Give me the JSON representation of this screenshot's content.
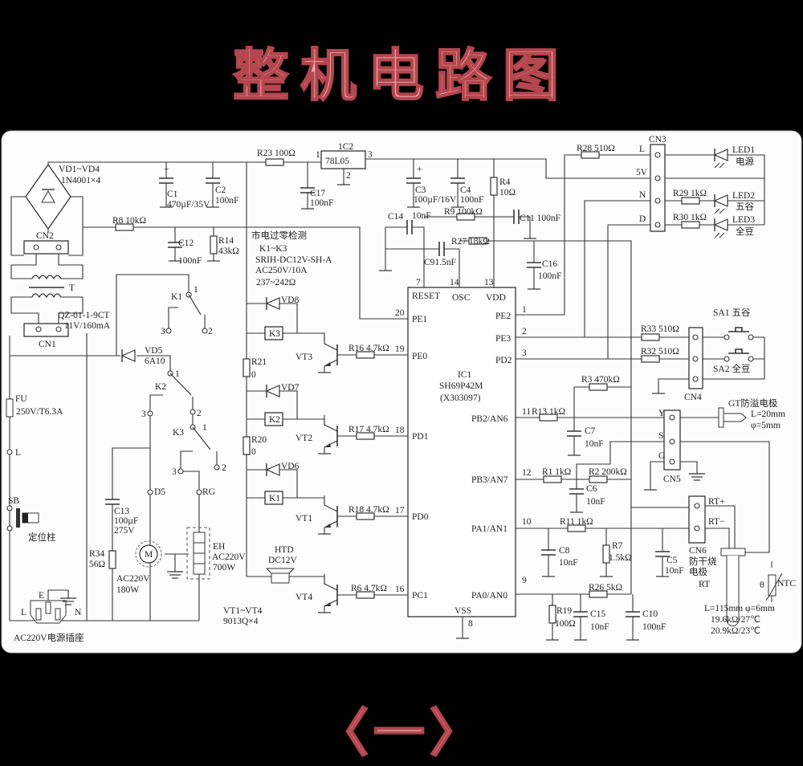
{
  "title": "整机电路图",
  "footer": "〈一〉",
  "labels": {
    "vd1_vd4": "VD1~VD4",
    "bridge_part": "1N4001×4",
    "cn2": "CN2",
    "t": "T",
    "tr_part": "QZ-01-1-9CT",
    "tr_rating": "11V/160mA",
    "cn1": "CN1",
    "k1": "K1",
    "k1_p1": "1",
    "k1_p2": "2",
    "k1_p3": "3",
    "vd5": "VD5",
    "vd5_part": "6A10",
    "k2": "K2",
    "k2_p1": "1",
    "k2_p2": "2",
    "k2_p3": "3",
    "k3": "K3",
    "k3_p1": "1",
    "k3_p2": "2",
    "k3_p3": "3",
    "fu": "FU",
    "fu_rating": "250V/T6.3A",
    "l_term": "L",
    "sb": "SB",
    "locate_pin": "定位柱",
    "e": "E",
    "l_plug": "L",
    "n_plug": "N",
    "socket": "AC220V电源插座",
    "c13": "C13",
    "c13_v": "100µF",
    "c13_v2": "275V",
    "r34": "R34",
    "r34_v": "56Ω",
    "d5": "D5",
    "rg": "RG",
    "m": "M",
    "motor_v": "AC220V",
    "motor_p": "180W",
    "eh": "EH",
    "eh_v": "AC220V",
    "eh_p": "700W",
    "htd": "HTD",
    "htd_v": "DC12V",
    "vt_range": "VT1~VT4",
    "vt_part": "9013Q×4",
    "c1": "C1",
    "c1_v": "470µF/35V",
    "c1_plus": "+",
    "c2": "C2",
    "c2_v": "100nF",
    "r23": "R23  100Ω",
    "ic2": "1C2",
    "ic2_part": "78L05",
    "ic2_p1": "1",
    "ic2_p2": "2",
    "ic2_p3": "3",
    "c17": "C17",
    "c17_v": "100nF",
    "r8": "R8  10kΩ",
    "c12": "C12",
    "c12_v": "100nF",
    "r14": "R14",
    "r14_v": "43kΩ",
    "zero_cross": "市电过零检测",
    "relay_range": "K1~K3",
    "relay_part": "SRIH-DC12V-SH-A",
    "relay_rating": "AC250V/10A",
    "relay_coil": "237~242Ω",
    "vd8": "VD8",
    "k3_coil": "K3",
    "vt3": "VT3",
    "r16": "R16 4.7kΩ",
    "r21": "R21",
    "r21_v": "0",
    "vd7": "VD7",
    "k2_coil": "K2",
    "vt2": "VT2",
    "r17": "R17 4.7kΩ",
    "r20": "R20",
    "r20_v": "0",
    "vd6": "VD6",
    "k1_coil": "K1",
    "vt1": "VT1",
    "r18": "R18 4.7kΩ",
    "vt4": "VT4",
    "r6": "R6 4.7kΩ",
    "c3": "C3",
    "c3_v": "100µF/16V",
    "c3_plus": "+",
    "c4": "C4",
    "c4_v": "100nF",
    "r4": "R4",
    "r4_v": "10Ω",
    "c14": "C14",
    "c14_v": "10nF",
    "r9": "R9  100kΩ",
    "c11": "C11 100nF",
    "r27": "R27  18kΩ",
    "c9": "C91.5nF",
    "c16": "C16",
    "c16_v": "100nF",
    "pin7": "7",
    "pin14": "14",
    "pin13": "13",
    "reset": "RESET",
    "osc": "OSC",
    "vdd": "VDD",
    "pin20": "20",
    "pe1": "PE1",
    "pin19": "19",
    "pe0": "PE0",
    "pin18": "18",
    "pd1": "PD1",
    "pin17": "17",
    "pd0": "PD0",
    "pin16": "16",
    "pc1": "PC1",
    "ic1": "IC1",
    "ic1_part": "SH69P42M",
    "ic1_code": "(X303097)",
    "pin1": "1",
    "pe2": "PE2",
    "pin2": "2",
    "pe3": "PE3",
    "pin3": "3",
    "pd2": "PD2",
    "pin11": "11",
    "pb2": "PB2/AN6",
    "pin12": "12",
    "pb3": "PB3/AN7",
    "pin10": "10",
    "pa1": "PA1/AN1",
    "pin9": "9",
    "pa0": "PA0/AN0",
    "vss": "VSS",
    "pin8": "8",
    "cn3": "CN3",
    "cn3_l": "L",
    "cn3_5v": "5V",
    "cn3_n": "N",
    "cn3_d": "D",
    "r28": "R28  510Ω",
    "r29": "R29  1kΩ",
    "r30": "R30  1kΩ",
    "led1": "LED1",
    "led1_t": "电源",
    "led2": "LED2",
    "led2_t": "五谷",
    "led3": "LED3",
    "led3_t": "全豆",
    "sa1": "SA1  五谷",
    "sa2": "SA2  全豆",
    "r33": "R33  510Ω",
    "r32": "R32  510Ω",
    "cn4": "CN4",
    "r3": "R3  470kΩ",
    "r13": "R13  1kΩ",
    "c7": "C7",
    "c7_v": "10nF",
    "gt": "GT防溢电极",
    "gt_l": "L=20mm",
    "gt_d": "φ=5mm",
    "cn5_y": "Y",
    "cn5_s": "S",
    "cn5_g": "G",
    "cn5": "CN5",
    "r1": "R1  1kΩ",
    "r2": "R2  200kΩ",
    "c6": "C6",
    "c6_v": "10nF",
    "rtp": "RT+",
    "rtm": "RT−",
    "cn6": "CN6",
    "dry1": "防干烧",
    "dry2": "电极",
    "r11": "R11  1kΩ",
    "c8": "C8",
    "c8_v": "10nF",
    "r7": "R7",
    "r7_v": "1.5kΩ",
    "c5": "C5",
    "c5_v": "10nF",
    "rt": "RT",
    "ntc": "NTC",
    "theta": "θ",
    "rt_dim": "L=115mm  φ=6mm",
    "rt_r1": "19.6kΩ/27℃",
    "rt_r2": "20.9kΩ/23℃",
    "r26": "R26  5kΩ",
    "r19": "R19",
    "r19_v": "100Ω",
    "c15": "C15",
    "c15_v": "10nF",
    "c10": "C10",
    "c10_v": "100nF"
  }
}
